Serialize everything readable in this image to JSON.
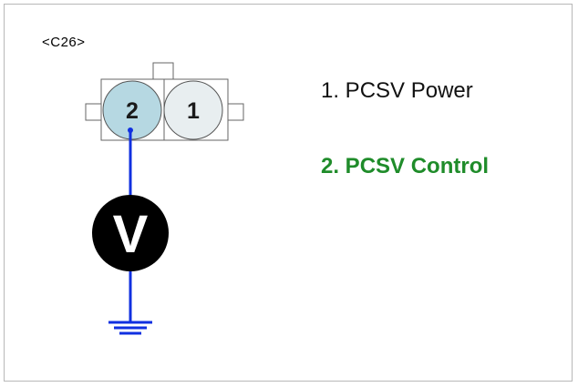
{
  "connector": {
    "id": "<C26>"
  },
  "pins": [
    {
      "number": "2",
      "fill": "#b6d8e2"
    },
    {
      "number": "1",
      "fill": "#e8eef0"
    }
  ],
  "meter": {
    "symbol": "V"
  },
  "legend": [
    {
      "text": "1. PCSV Power",
      "color": "#111111"
    },
    {
      "text": "2. PCSV Control",
      "color": "#1f8c2a"
    }
  ],
  "colors": {
    "wire": "#1030e0",
    "meter_body": "#000000",
    "connector_outline": "#666666"
  }
}
